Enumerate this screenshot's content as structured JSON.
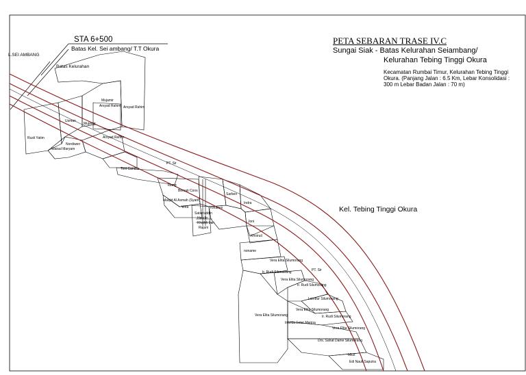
{
  "title": "PETA SEBARAN TRASE IV.C",
  "subtitle_line1": "Sungai Siak - Batas Kelurahan Seiambang/",
  "subtitle_line2": "Kelurahan Tebing Tinggi Okura",
  "description": "Kecamatan Rumbai Timur, Kelurahan Tebing Tinggi Okura. (Panjang Jalan : 6.5 Km, Lebar Konsolidasi : 300 m Lebar Badan Jalan : 70 m)",
  "station_label": "STA 6+500",
  "boundary_label": "Batas Kel. Sei ambang/ T.T Okura",
  "left_edge_label": "L.SEI AMBANG",
  "batas_kelurahan": "Batas Kelurahan",
  "region_label": "Kel. Tebing Tinggi Okura",
  "parcel_labels": [
    "Mujamir",
    "Arsyad Rahim",
    "Arsyad Rahim",
    "Mujamir",
    "Usman",
    "Rusli Yatim",
    "Nordiwen",
    "Waisal Maryam",
    "Arsyad Rahim",
    "Toni Candra",
    "PT. Sir",
    "Idang",
    "Bersati Cons",
    "Sarben",
    "Masjid Al Asmah (Syarif)",
    "Wira",
    "Yohanes",
    "Indra",
    "Satarruddin",
    "Haudin",
    "Khaikh Lun",
    "Rajuni",
    "Joni",
    "Khoiruil",
    "noname",
    "Vera Elita Silumorang",
    "Ir. Rudi Silumorang",
    "PT. Sir",
    "Vera Elita Silumorang",
    "Ir. Rudi Silumorang",
    "Lambur Silumorang",
    "Vera Elita Silumorang",
    "Vera Elita Silumorang",
    "Ir. Rudi Silumorang",
    "Imelda Ester Marina",
    "Vera Elita Silumorang",
    "Drs. Sahat Dame Silumorang",
    "Mius",
    "Edi Nauli Saputra"
  ],
  "colors": {
    "route": "#8b1a1a",
    "lines": "#000000",
    "background": "#ffffff"
  }
}
